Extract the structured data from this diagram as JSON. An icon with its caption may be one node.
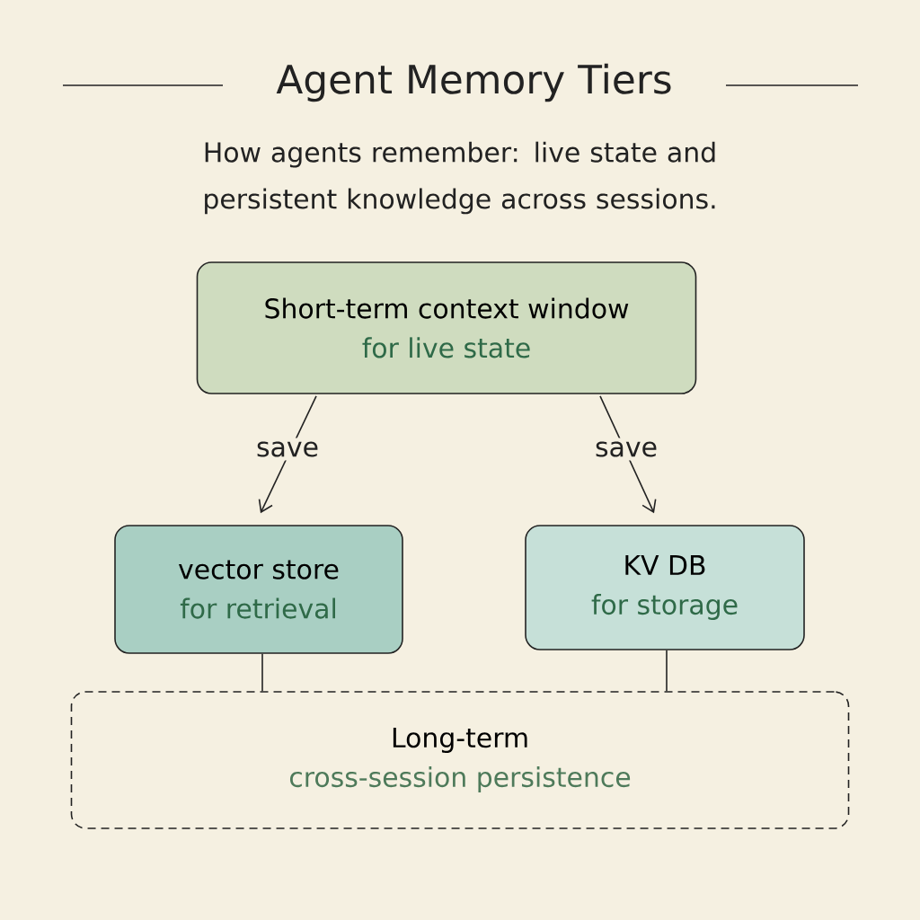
{
  "diagram": {
    "title": "Agent Memory Tiers",
    "nodes": [
      {
        "text": [
          "Short-term context window",
          "for live state"
        ]
      },
      {
        "text": [
          "vector store",
          "for retrieval"
        ]
      },
      {
        "text": [
          "KV DB",
          "for storage"
        ]
      },
      {
        "text": [
          "Long-term",
          "cross-session persistence"
        ]
      }
    ],
    "edges": [
      {
        "from": 0,
        "to": 1,
        "arrow": "to",
        "label": "save"
      },
      {
        "from": 0,
        "to": 2,
        "arrow": "to",
        "label": "save"
      },
      {
        "from": 1,
        "to": 3,
        "arrow": "none"
      },
      {
        "from": 2,
        "to": 3,
        "arrow": "none"
      }
    ],
    "labels": [
      "How agents remember: live state and persistent knowledge across sessions."
    ]
  }
}
